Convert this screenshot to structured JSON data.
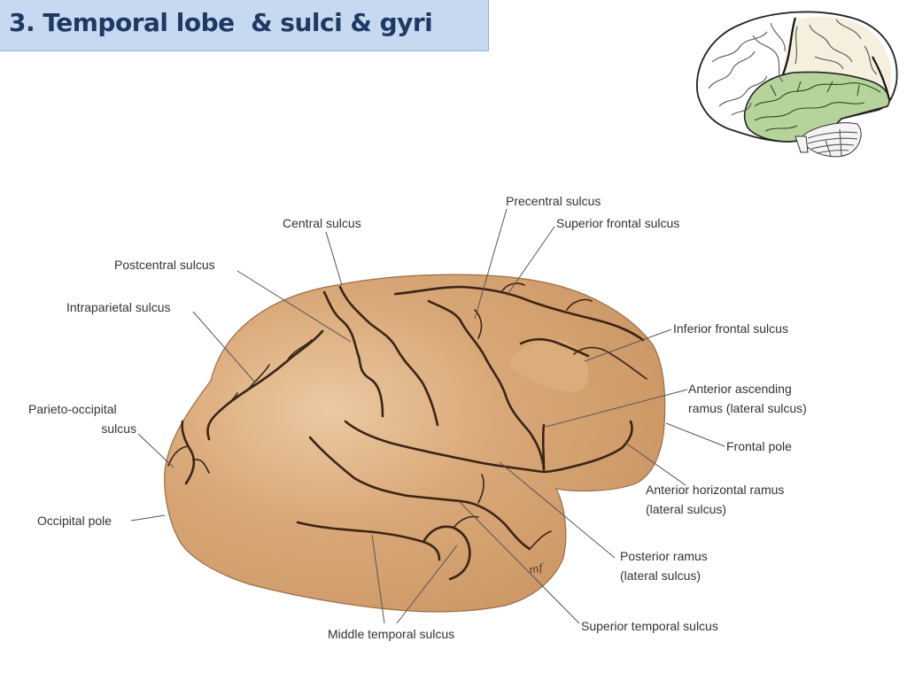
{
  "slide": {
    "title": "3. Temporal lobe  & sulci & gyri"
  },
  "diagram": {
    "signature": "mf",
    "labels": {
      "precentral_sulcus": "Precentral sulcus",
      "central_sulcus": "Central sulcus",
      "superior_frontal_sulcus": "Superior frontal sulcus",
      "postcentral_sulcus": "Postcentral sulcus",
      "intraparietal_sulcus": "Intraparietal sulcus",
      "inferior_frontal_sulcus": "Inferior frontal sulcus",
      "anterior_ascending_ramus_1": "Anterior ascending",
      "anterior_ascending_ramus_2": "ramus (lateral sulcus)",
      "parieto_occipital_sulcus_1": "Parieto-occipital",
      "parieto_occipital_sulcus_2": "sulcus",
      "frontal_pole": "Frontal pole",
      "anterior_horizontal_ramus_1": "Anterior horizontal ramus",
      "anterior_horizontal_ramus_2": "(lateral sulcus)",
      "occipital_pole": "Occipital pole",
      "posterior_ramus_1": "Posterior ramus",
      "posterior_ramus_2": "(lateral sulcus)",
      "superior_temporal_sulcus": "Superior temporal sulcus",
      "middle_temporal_sulcus": "Middle temporal sulcus"
    }
  },
  "colors": {
    "title_bar": "#c6d9f1",
    "title_text": "#1f3864",
    "brain_fill": "#d4a373",
    "temporal_lobe_highlight": "#b7d39c"
  }
}
